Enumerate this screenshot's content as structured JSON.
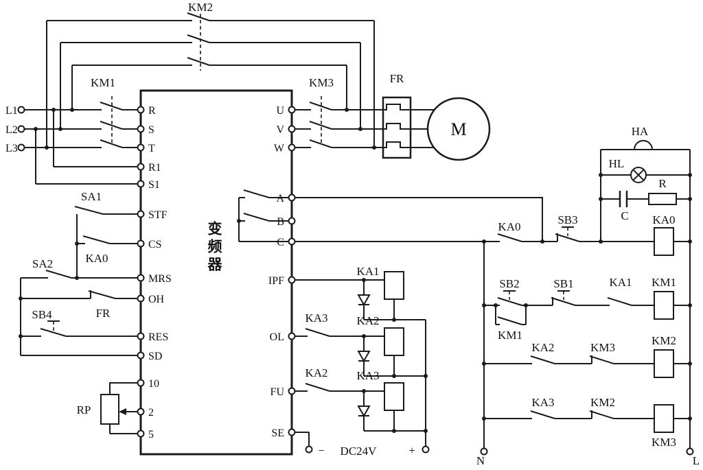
{
  "diagram": {
    "type": "electrical-schematic",
    "colors": {
      "ink": "#1a1a1a",
      "background": "#ffffff"
    },
    "power": {
      "inputs": [
        "L1",
        "L2",
        "L3"
      ],
      "n": "N",
      "l": "L"
    },
    "contactors": {
      "km1": "KM1",
      "km2": "KM2",
      "km3": "KM3"
    },
    "motor": {
      "m": "M",
      "fr": "FR"
    },
    "inverter": {
      "label": "变频器",
      "left_terminals": [
        "R",
        "S",
        "T",
        "R1",
        "S1",
        "STF",
        "CS",
        "MRS",
        "OH",
        "RES",
        "SD",
        "10",
        "2",
        "5"
      ],
      "right_terminals": [
        "U",
        "V",
        "W",
        "A",
        "B",
        "C",
        "IPF",
        "OL",
        "FU",
        "SE"
      ]
    },
    "control_left": {
      "sa1": "SA1",
      "ka0": "KA0",
      "sa2": "SA2",
      "fr": "FR",
      "sb4": "SB4",
      "rp": "RP"
    },
    "outputs": {
      "ka1_coil": "KA1",
      "ka2_coil": "KA2",
      "ka3_coil": "KA3",
      "ka3_contact": "KA3",
      "ka2_contact": "KA2",
      "minus": "−",
      "dc24v": "DC24V",
      "plus": "+"
    },
    "alarm": {
      "ha": "HA",
      "hl": "HL",
      "r": "R",
      "c": "C",
      "ka0_contact": "KA0",
      "sb3": "SB3",
      "ka0_coil": "KA0"
    },
    "control_right": {
      "sb2": "SB2",
      "sb1": "SB1",
      "km1_aux": "KM1",
      "ka1": "KA1",
      "km1_coil": "KM1",
      "ka2": "KA2",
      "km3_nc": "KM3",
      "km2_coil": "KM2",
      "ka3": "KA3",
      "km2_nc": "KM2",
      "km3_coil": "KM3"
    }
  }
}
